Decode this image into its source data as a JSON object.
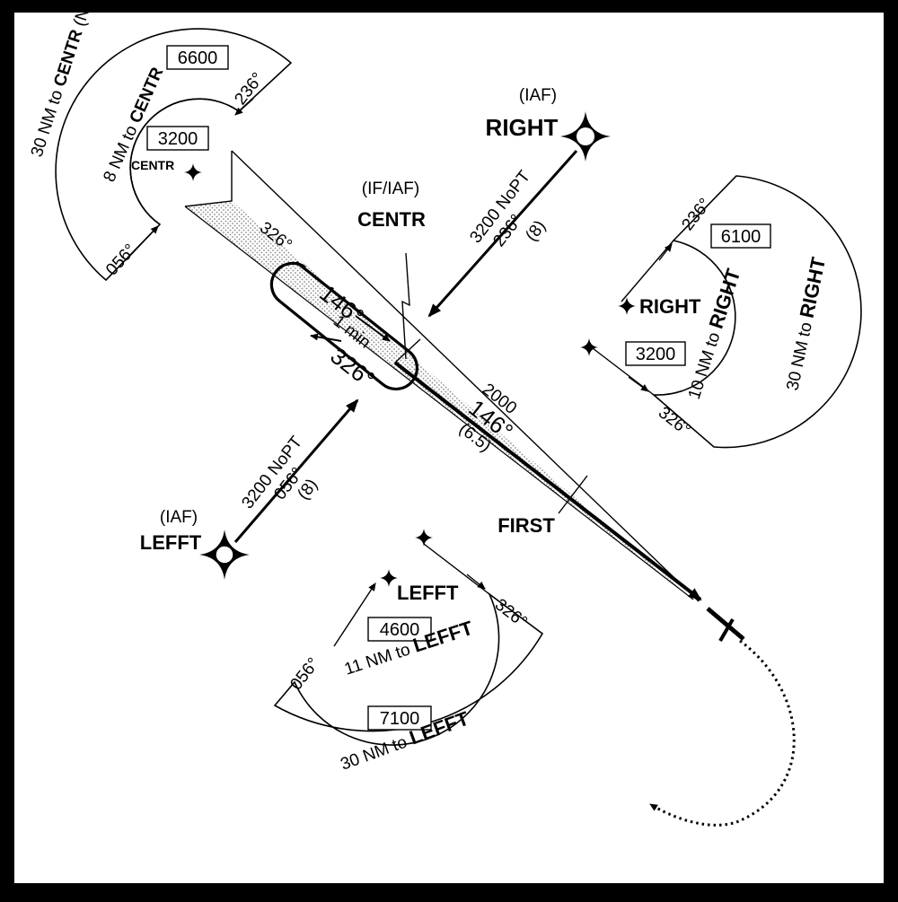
{
  "colors": {
    "frame": "#000000",
    "paper": "#ffffff",
    "ink": "#000000",
    "stipple": "#c8c8c8"
  },
  "title": "",
  "fixes": {
    "right": {
      "name": "RIGHT",
      "role": "(IAF)",
      "icon": "flyover-fix-icon"
    },
    "lefft": {
      "name": "LEFFT",
      "role": "(IAF)",
      "icon": "flyover-fix-icon"
    },
    "centr": {
      "name": "CENTR",
      "role": "(IF/IAF)"
    },
    "first": {
      "name": "FIRST"
    }
  },
  "final_approach": {
    "altitude": "2000",
    "course": "146°",
    "distance": "(6.5)"
  },
  "holding": {
    "inbound": "146°",
    "outbound": "326°",
    "leg": "1 min",
    "note": "326°"
  },
  "feeders": {
    "right": {
      "altitude": "3200 NoPT",
      "course": "236°",
      "distance": "(8)"
    },
    "lefft": {
      "altitude": "3200 NoPT",
      "course": "056°",
      "distance": "(8)"
    }
  },
  "taa": {
    "centr": {
      "outer_label_prefix": "30 NM to ",
      "outer_label_fix": "CENTR",
      "outer_label_suffix": " (NoPT)",
      "outer_altitude": "6600",
      "inner_label_prefix": "8 NM to ",
      "inner_label_fix": "CENTR",
      "inner_altitude": "3200",
      "fix": "CENTR",
      "bearing_a": "236°",
      "bearing_b": "056°"
    },
    "right": {
      "outer_label_prefix": "30 NM to ",
      "outer_label_fix": "RIGHT",
      "outer_altitude": "6100",
      "inner_label_prefix": "10 NM to ",
      "inner_label_fix": "RIGHT",
      "inner_altitude": "3200",
      "fix": "RIGHT",
      "bearing_a": "236°",
      "bearing_b": "326°"
    },
    "lefft": {
      "outer_label_prefix": "30 NM to ",
      "outer_label_fix": "LEFFT",
      "outer_altitude": "7100",
      "inner_label_prefix": "11 NM to ",
      "inner_label_fix": "LEFFT",
      "inner_altitude": "4600",
      "fix": "LEFFT",
      "bearing_a": "056°",
      "bearing_b": "326°"
    }
  }
}
